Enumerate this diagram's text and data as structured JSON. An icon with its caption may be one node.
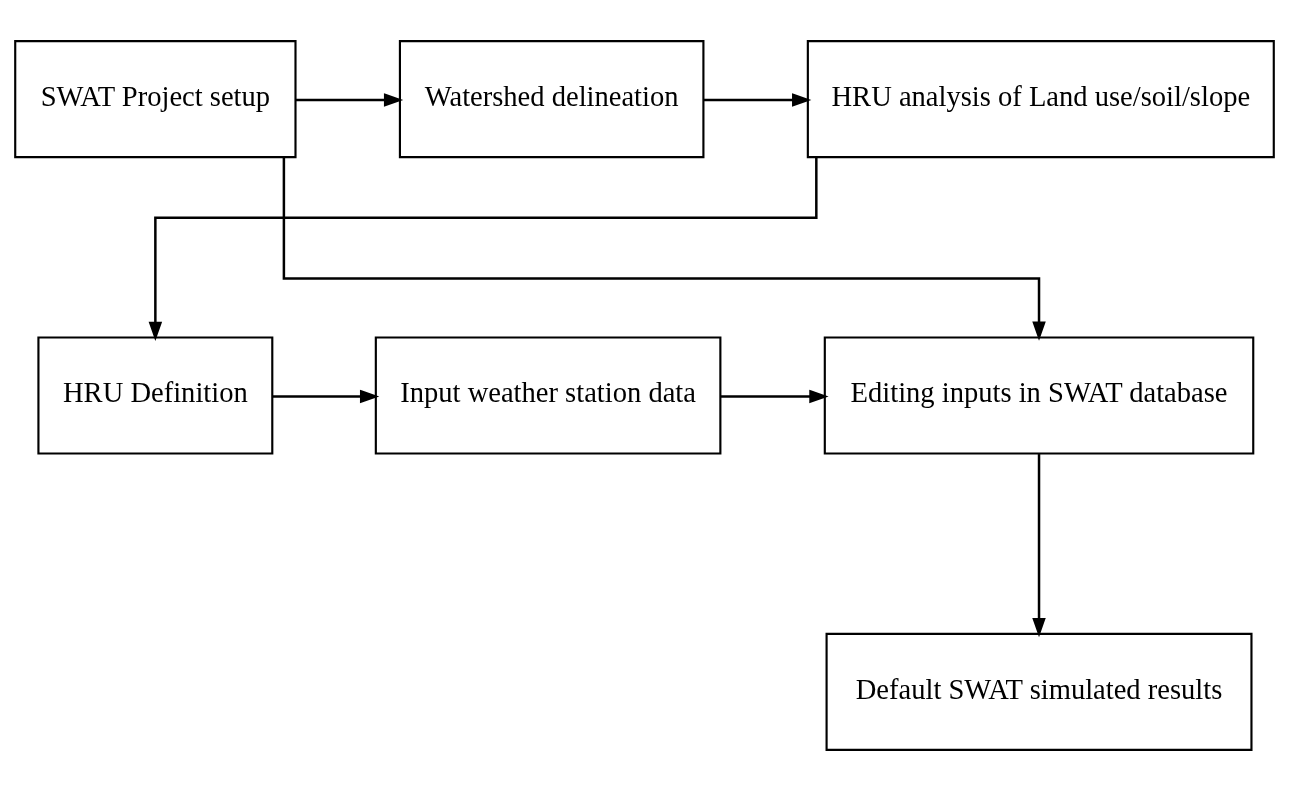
{
  "diagram": {
    "nodes": [
      {
        "text": [
          "SWAT Project setup"
        ]
      },
      {
        "text": [
          "Watershed delineation"
        ]
      },
      {
        "text": [
          "HRU analysis of Land use/soil/slope"
        ]
      },
      {
        "text": [
          "HRU Definition"
        ]
      },
      {
        "text": [
          "Input weather station data"
        ]
      },
      {
        "text": [
          "Editing inputs in SWAT database"
        ]
      },
      {
        "text": [
          "Default SWAT simulated results"
        ]
      }
    ],
    "edges": [
      {
        "from": 0,
        "to": 1,
        "arrow": "to"
      },
      {
        "from": 1,
        "to": 2,
        "arrow": "to"
      },
      {
        "from": 2,
        "to": 3,
        "arrow": "to"
      },
      {
        "from": 3,
        "to": 4,
        "arrow": "to"
      },
      {
        "from": 4,
        "to": 5,
        "arrow": "to"
      },
      {
        "from": 0,
        "to": 5,
        "arrow": "to"
      },
      {
        "from": 5,
        "to": 6,
        "arrow": "to"
      }
    ]
  }
}
